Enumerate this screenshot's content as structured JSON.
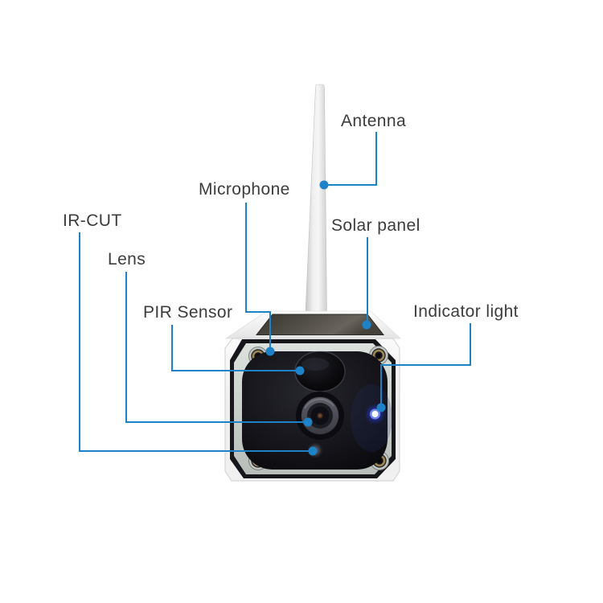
{
  "page": {
    "background_color": "#ffffff"
  },
  "diagram": {
    "accent_color": "#1e82c8",
    "label_color": "#3c3c3c",
    "labels": {
      "antenna": "Antenna",
      "microphone": "Microphone",
      "ir_cut": "IR-CUT",
      "lens": "Lens",
      "pir_sensor": "PIR Sensor",
      "solar_panel": "Solar panel",
      "indicator_light": "Indicator light"
    },
    "depicted_parts": [
      "antenna-shaft",
      "solar-panel",
      "camera-body",
      "front-plate",
      "corner-screws",
      "microphone-hole",
      "pir-sensor-dome",
      "camera-lens",
      "ir-cut-light-sensor",
      "indicator-led"
    ],
    "device_colors": {
      "body": "#f0f0f0",
      "front_plate": "#c9cdc9",
      "face": "#101014",
      "solar_panel": "#4a4742",
      "led_glow": "#3a55ff"
    }
  }
}
